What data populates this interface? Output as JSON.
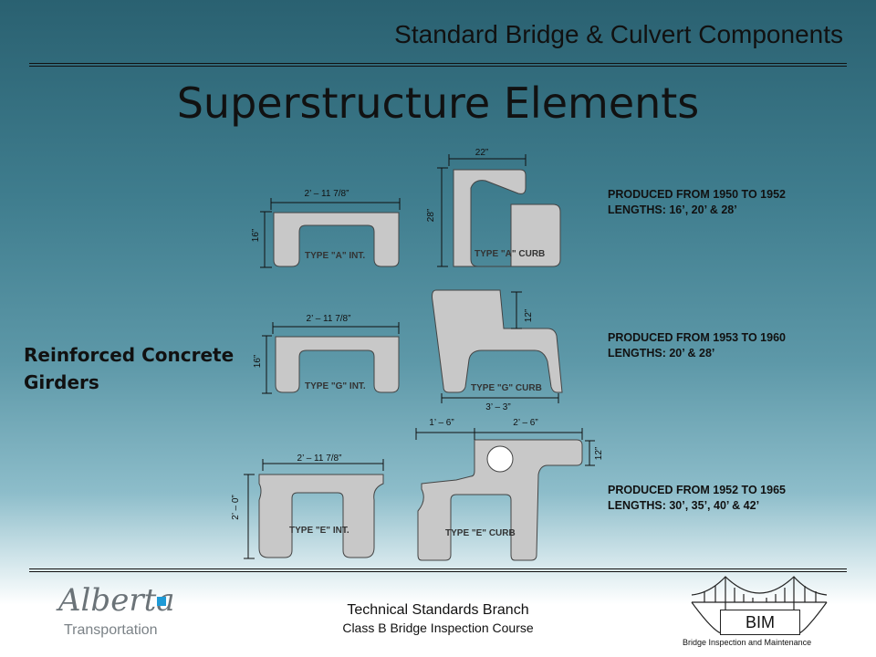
{
  "header": {
    "course_title": "Standard Bridge & Culvert Components"
  },
  "slide": {
    "title": "Superstructure Elements",
    "side_label_line1": "Reinforced Concrete",
    "side_label_line2": "Girders"
  },
  "sections": [
    {
      "int": {
        "label": "TYPE \"A\" INT.",
        "width_dim": "2’ – 11 7/8”",
        "height_dim": "16”"
      },
      "curb": {
        "label": "TYPE \"A\" CURB",
        "width_dim": "22”",
        "height_dim": "28”"
      },
      "note": {
        "produced": "PRODUCED FROM 1950 TO 1952",
        "lengths": "LENGTHS: 16’, 20’ & 28’"
      }
    },
    {
      "int": {
        "label": "TYPE \"G\" INT.",
        "width_dim": "2’ – 11 7/8”",
        "height_dim": "16”"
      },
      "curb": {
        "label": "TYPE \"G\" CURB",
        "width_dim": "3’ – 3”",
        "height_dim": "12”"
      },
      "note": {
        "produced": "PRODUCED FROM 1953 TO 1960",
        "lengths": "LENGTHS: 20’ & 28’"
      }
    },
    {
      "int": {
        "label": "TYPE \"E\" INT.",
        "width_dim": "2’ – 11 7/8”",
        "height_dim": "2’ – 0”"
      },
      "curb": {
        "label": "TYPE \"E\" CURB",
        "width_dim_left": "1’ – 6”",
        "width_dim_right": "2’ – 6”",
        "height_dim": "12”"
      },
      "note": {
        "produced": "PRODUCED FROM 1952 TO 1965",
        "lengths": "LENGTHS: 30’, 35’, 40’ & 42’"
      }
    }
  ],
  "footer": {
    "branch": "Technical Standards Branch",
    "course": "Class B Bridge Inspection Course",
    "logo_word": "Alberta",
    "logo_sub": "Transportation",
    "bim_label": "BIM",
    "bim_caption": "Bridge Inspection and Maintenance"
  },
  "colors": {
    "concrete": "#c8c8c8",
    "logo_accent": "#1e9ad6"
  }
}
